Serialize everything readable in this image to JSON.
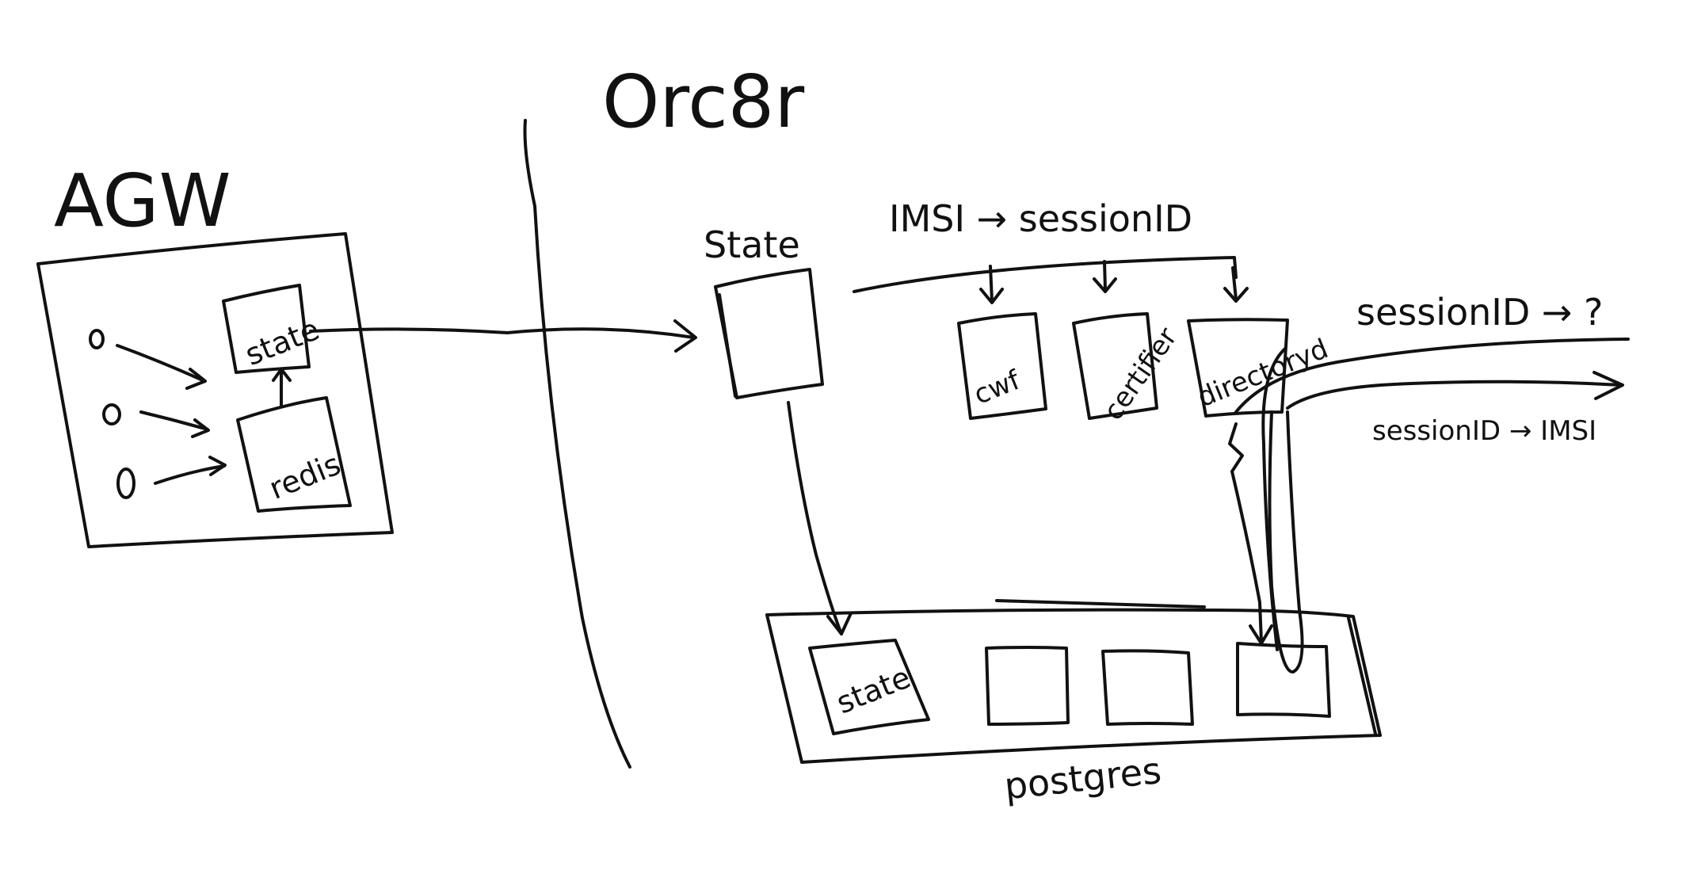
{
  "colors": {
    "ink": "#111111",
    "background": "#ffffff"
  },
  "agw": {
    "title": "AGW",
    "state_label": "state",
    "redis_label": "redis"
  },
  "orc8r": {
    "title": "Orc8r",
    "state_label": "State",
    "mapping_top": "IMSI → sessionID",
    "services": [
      "cwf",
      "certifier",
      "directoryd"
    ],
    "postgres_label": "postgres",
    "postgres_state_label": "state",
    "mapping_query": "sessionID → ?",
    "mapping_result": "sessionID → IMSI"
  }
}
